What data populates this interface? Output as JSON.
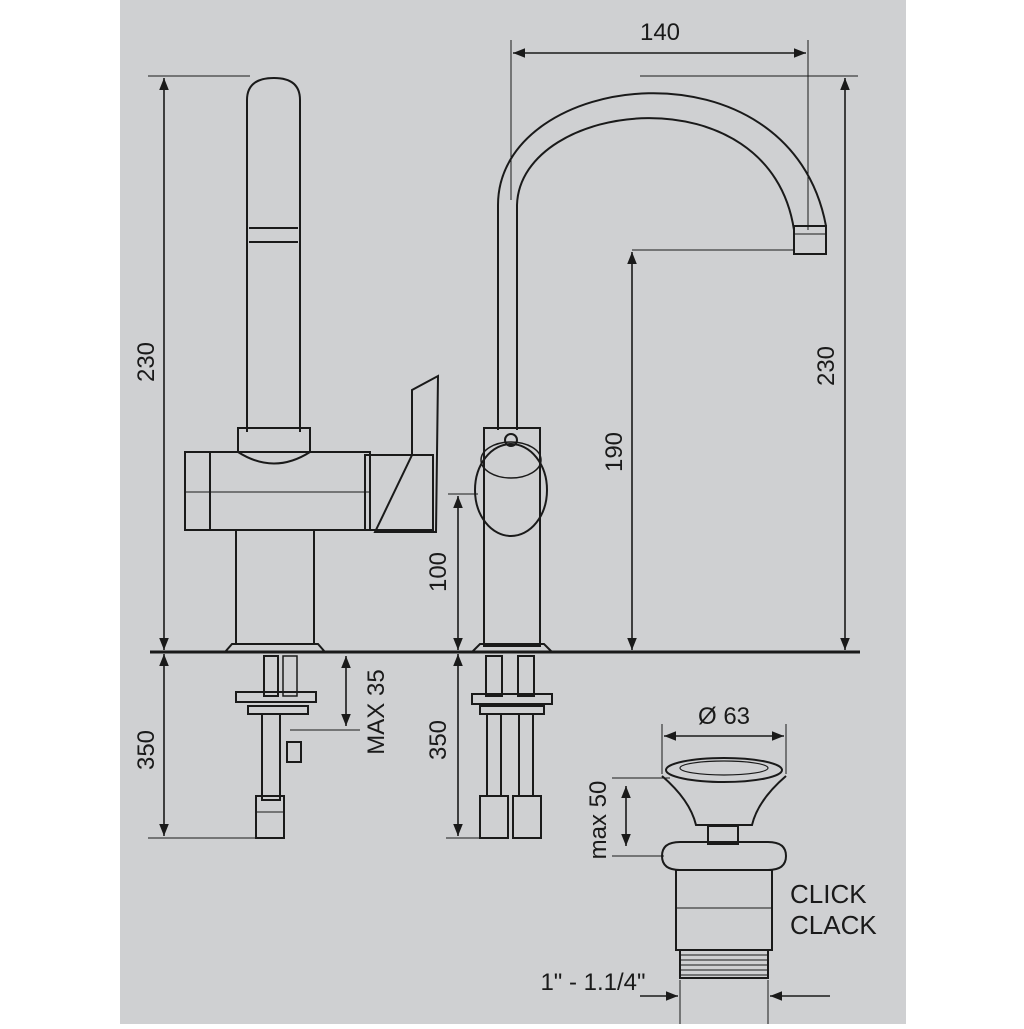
{
  "colors": {
    "panel": "#cfd0d2",
    "line": "#1a1a1a",
    "margin": "#ffffff"
  },
  "side_view": {
    "height_label": "230",
    "below_deck_label": "350",
    "max_thickness_label": "MAX 35"
  },
  "front_view": {
    "spout_reach_label": "140",
    "total_height_label": "230",
    "outlet_height_label": "190",
    "lever_height_label": "100",
    "below_deck_label": "350"
  },
  "waste": {
    "diameter_label": "Ø 63",
    "max_label": "max 50",
    "type_label_line1": "CLICK",
    "type_label_line2": "CLACK",
    "thread_label": "1\" - 1.1/4\""
  }
}
